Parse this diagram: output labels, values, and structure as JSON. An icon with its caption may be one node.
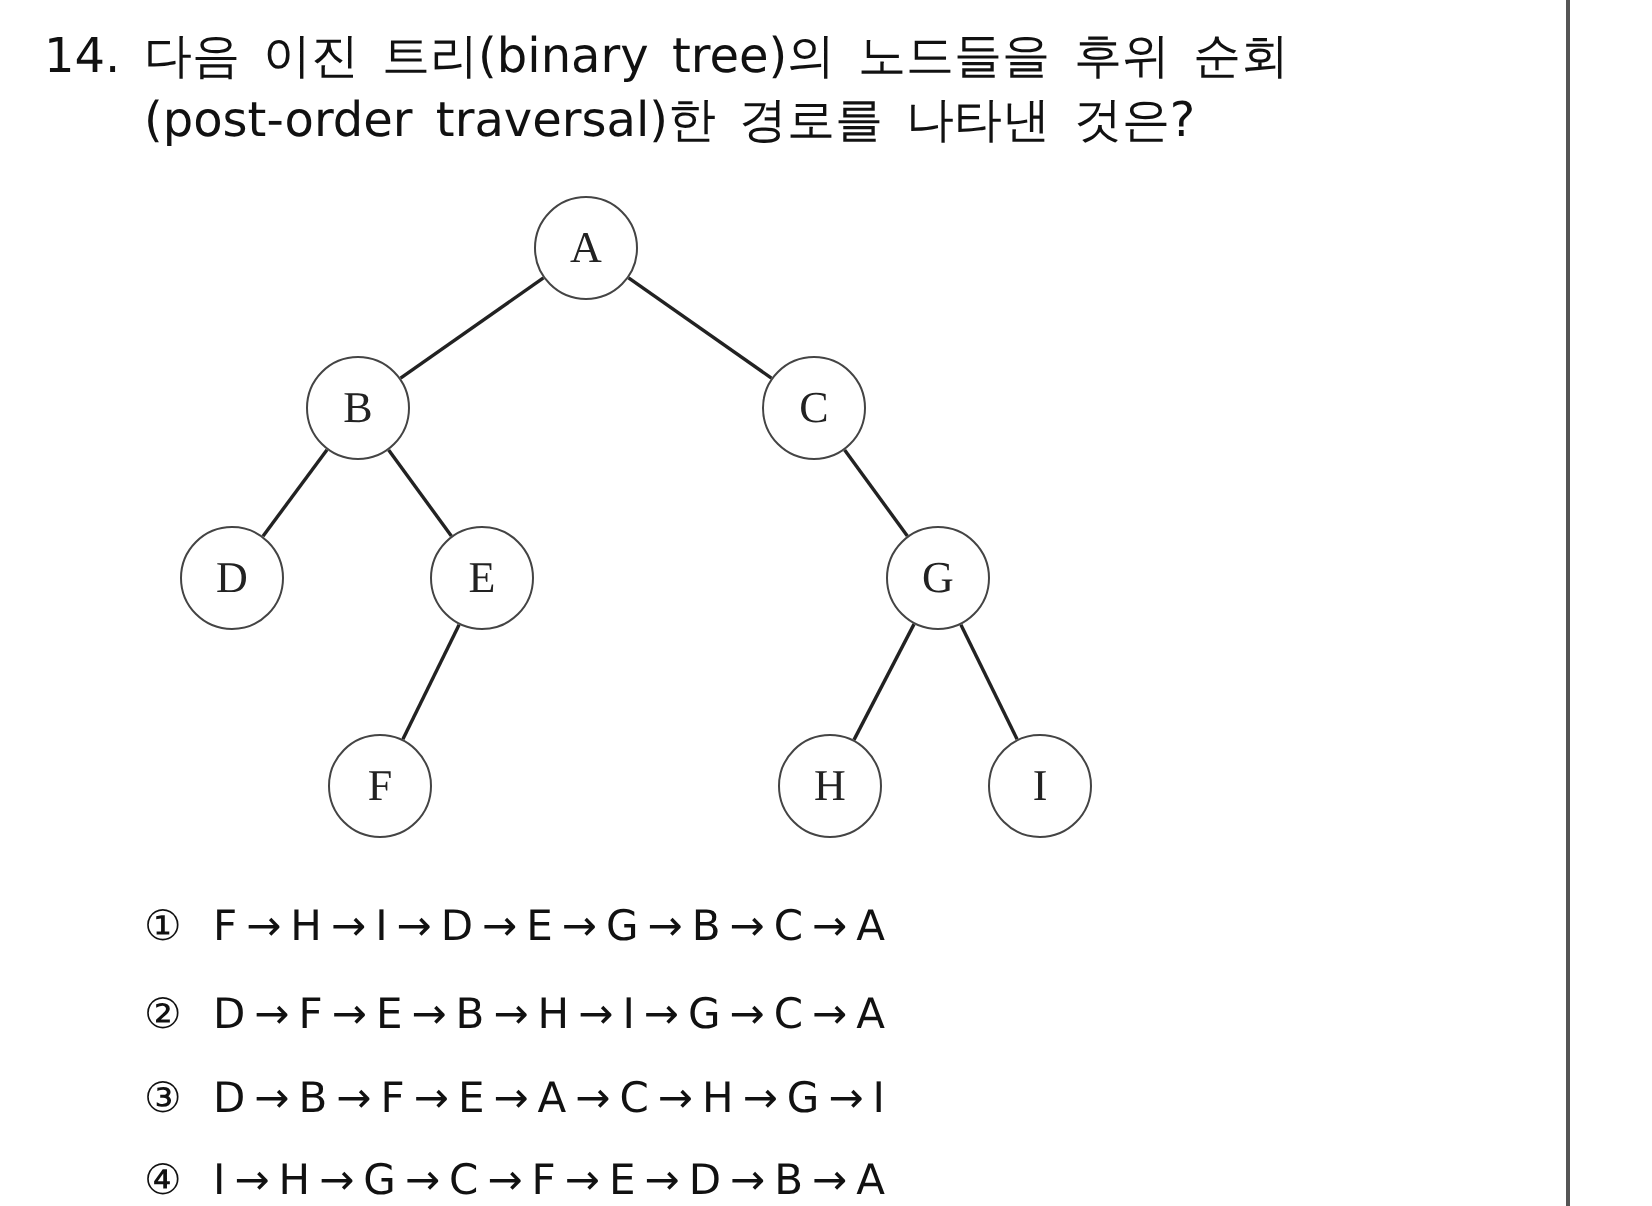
{
  "diagram": {
    "title": "14. 다음 이진 트리(binary tree)의 노드들을 후위 순회 (post-order traversal)한 경로를 나타낸 것은?",
    "nodes": [
      {
        "text": [
          "A"
        ]
      },
      {
        "text": [
          "B"
        ]
      },
      {
        "text": [
          "C"
        ]
      },
      {
        "text": [
          "D"
        ]
      },
      {
        "text": [
          "E"
        ]
      },
      {
        "text": [
          "G"
        ]
      },
      {
        "text": [
          "F"
        ]
      },
      {
        "text": [
          "H"
        ]
      },
      {
        "text": [
          "I"
        ]
      }
    ],
    "edges": [
      {
        "from": 0,
        "to": 1,
        "arrow": "none"
      },
      {
        "from": 0,
        "to": 2,
        "arrow": "none"
      },
      {
        "from": 1,
        "to": 3,
        "arrow": "none"
      },
      {
        "from": 1,
        "to": 4,
        "arrow": "none"
      },
      {
        "from": 2,
        "to": 5,
        "arrow": "none"
      },
      {
        "from": 4,
        "to": 6,
        "arrow": "none"
      },
      {
        "from": 5,
        "to": 7,
        "arrow": "none"
      },
      {
        "from": 5,
        "to": 8,
        "arrow": "none"
      }
    ],
    "labels": [
      "① F→H→I→D→E→G→B→C→A",
      "② D→F→E→B→H→I→G→C→A",
      "③ D→B→F→E→A→C→H→G→I",
      "④ I→H→G→C→F→E→D→B→A"
    ]
  }
}
